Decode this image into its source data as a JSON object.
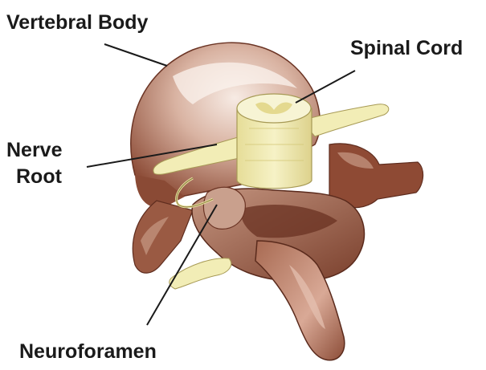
{
  "labels": {
    "vertebral_body": "Vertebral Body",
    "spinal_cord": "Spinal Cord",
    "nerve_root_line1": "Nerve",
    "nerve_root_line2": "Root",
    "neuroforamen": "Neuroforamen"
  },
  "colors": {
    "bone_dark": "#7a3f2c",
    "bone_mid": "#b07a62",
    "bone_light": "#e9cfc2",
    "nerve": "#f2edb6",
    "nerve_shade": "#d8cf86",
    "label_text": "#1a1a1a",
    "leader_line": "#1a1a1a"
  }
}
